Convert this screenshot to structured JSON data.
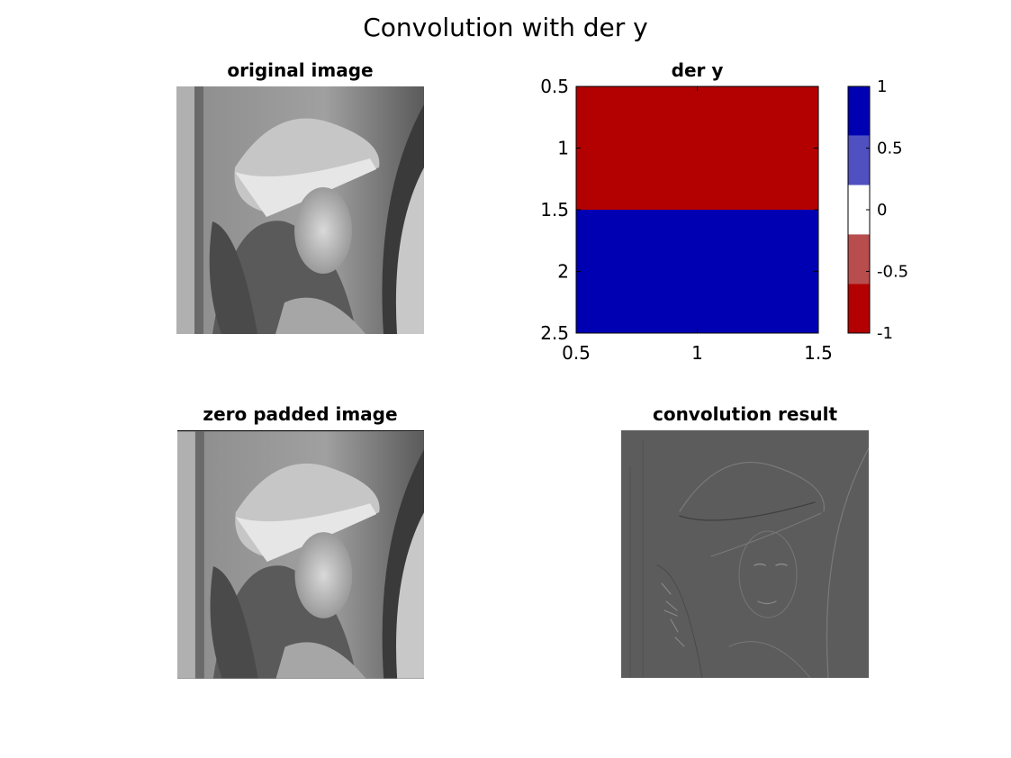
{
  "figure": {
    "title": "Convolution with der y"
  },
  "panels": {
    "original": {
      "title": "original image"
    },
    "padded": {
      "title": "zero padded image"
    },
    "result": {
      "title": "convolution result"
    }
  },
  "chart_data": {
    "type": "heatmap",
    "title": "der y",
    "xlabel": "",
    "ylabel": "",
    "x_ticks": [
      "0.5",
      "1",
      "1.5"
    ],
    "y_ticks": [
      "0.5",
      "1",
      "1.5",
      "2",
      "2.5"
    ],
    "xlim": [
      0.5,
      1.5
    ],
    "ylim": [
      0.5,
      2.5
    ],
    "y_axis_direction": "reversed",
    "matrix": [
      [
        -1
      ],
      [
        1
      ]
    ],
    "colors": {
      "negative": "#b30000",
      "positive": "#0000b3"
    },
    "colorbar": {
      "ticks": [
        "1",
        "0.5",
        "0",
        "-0.5",
        "-1"
      ],
      "range": [
        -1,
        1
      ],
      "segments": [
        {
          "from": 0.6,
          "to": 1.0,
          "color": "#0000b3"
        },
        {
          "from": 0.2,
          "to": 0.6,
          "color": "#5050c0"
        },
        {
          "from": -0.2,
          "to": 0.2,
          "color": "#ffffff"
        },
        {
          "from": -0.6,
          "to": -0.2,
          "color": "#b84d4d"
        },
        {
          "from": -1.0,
          "to": -0.6,
          "color": "#b30000"
        }
      ]
    }
  }
}
